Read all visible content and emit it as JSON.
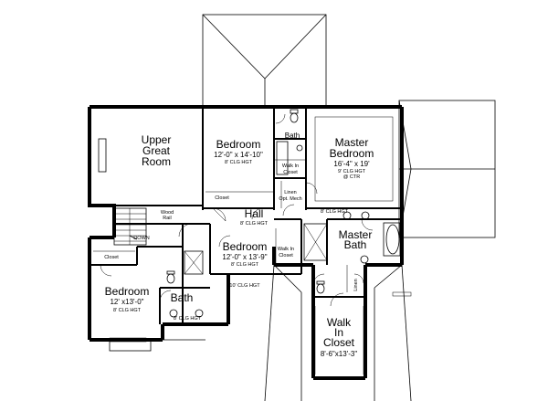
{
  "rooms": {
    "upper_great_room": {
      "line1": "Upper",
      "line2": "Great",
      "line3": "Room"
    },
    "bedroom_top": {
      "name": "Bedroom",
      "size": "12'-0\" x 14'-10\"",
      "ceiling": "8' CLG HGT"
    },
    "master_bedroom": {
      "line1": "Master",
      "line2": "Bedroom",
      "size": "16'-4\" x 19'",
      "ceiling1": "9' CLG HGT",
      "ceiling2": "@ CTR"
    },
    "hall": {
      "name": "Hall",
      "ceiling": "8' CLG HGT"
    },
    "bedroom_mid": {
      "name": "Bedroom",
      "size": "12'-0\" x 13'-9\"",
      "ceiling": "8' CLG HGT"
    },
    "master_bath": {
      "line1": "Master",
      "line2": "Bath"
    },
    "bedroom_left": {
      "name": "Bedroom",
      "size": "12' x13'-0\"",
      "ceiling": "8' CLG HGT"
    },
    "bath_lower": {
      "name": "Bath"
    },
    "walk_in_closet_master": {
      "line1": "Walk",
      "line2": "In",
      "line3": "Closet",
      "size": "8'-6\"x13'-3\""
    }
  },
  "small_labels": {
    "bath_top": "Bath",
    "walk_in_top_1": "Walk In",
    "walk_in_top_2": "Closet",
    "linen_1": "Linen",
    "linen_2": "Opt. Mech",
    "closet_top": "Closet",
    "wood_rail_1": "Wood",
    "wood_rail_2": "Rail",
    "down": "DOWN",
    "closet_left": "Closet",
    "walk_in_mid_1": "Walk In",
    "walk_in_mid_2": "Closet",
    "ceiling_master_bath": "8' CLG HGT",
    "ceiling_bath_lower": "10' CLG HGT",
    "ceiling_bath_lower2": "8' CLG HGT",
    "linen_vertical": "Linen"
  }
}
